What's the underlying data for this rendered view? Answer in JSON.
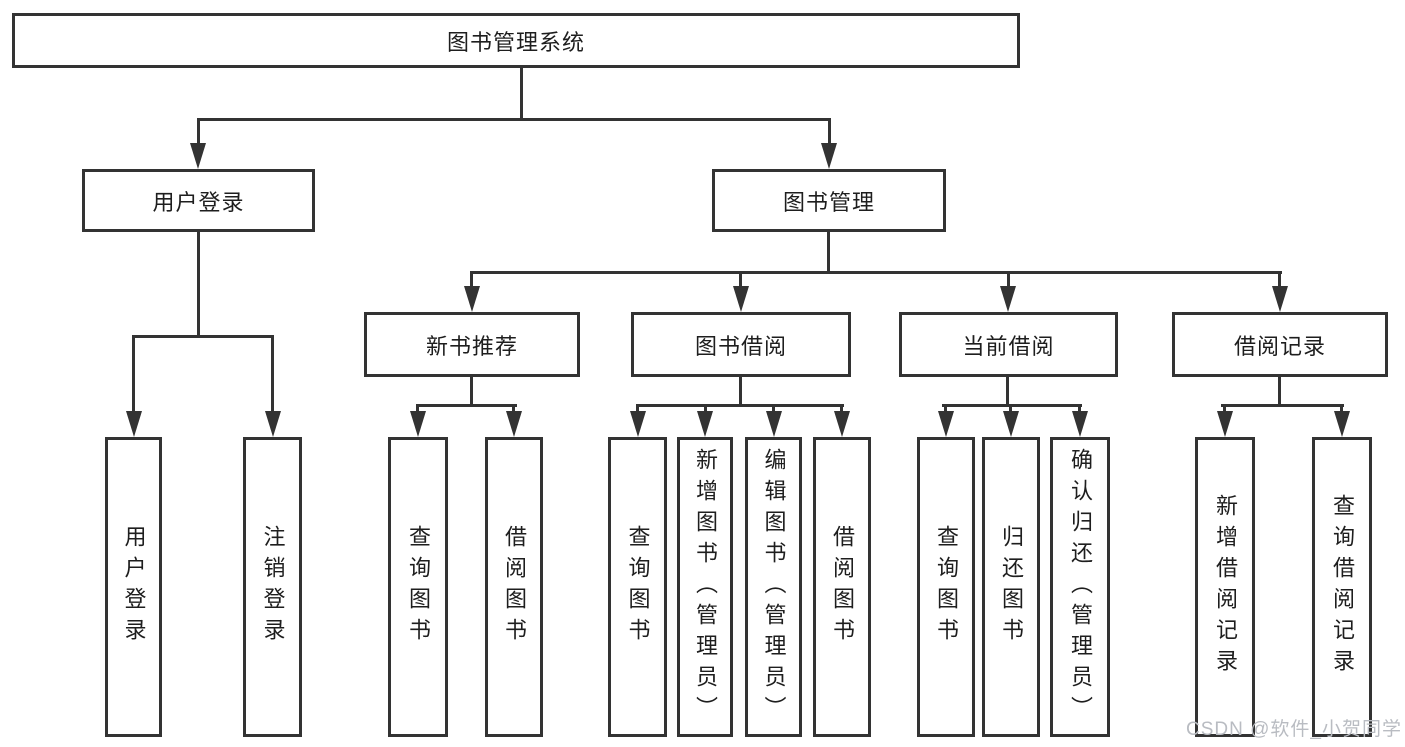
{
  "diagram": {
    "root": {
      "label": "图书管理系统"
    },
    "branches": [
      {
        "label": "用户登录",
        "children": [
          {
            "label": "用户登录"
          },
          {
            "label": "注销登录"
          }
        ]
      },
      {
        "label": "图书管理",
        "children": [
          {
            "label": "新书推荐",
            "children": [
              {
                "label": "查询图书"
              },
              {
                "label": "借阅图书"
              }
            ]
          },
          {
            "label": "图书借阅",
            "children": [
              {
                "label": "查询图书"
              },
              {
                "label": "新增图书（管理员）"
              },
              {
                "label": "编辑图书（管理员）"
              },
              {
                "label": "借阅图书"
              }
            ]
          },
          {
            "label": "当前借阅",
            "children": [
              {
                "label": "查询图书"
              },
              {
                "label": "归还图书"
              },
              {
                "label": "确认归还（管理员）"
              }
            ]
          },
          {
            "label": "借阅记录",
            "children": [
              {
                "label": "新增借阅记录"
              },
              {
                "label": "查询借阅记录"
              }
            ]
          }
        ]
      }
    ]
  },
  "watermark": {
    "text": "CSDN @软件_小贺同学"
  },
  "colors": {
    "line": "#333333",
    "text": "#1e1e1e",
    "background": "#ffffff",
    "watermark": "#b9bcc2"
  }
}
